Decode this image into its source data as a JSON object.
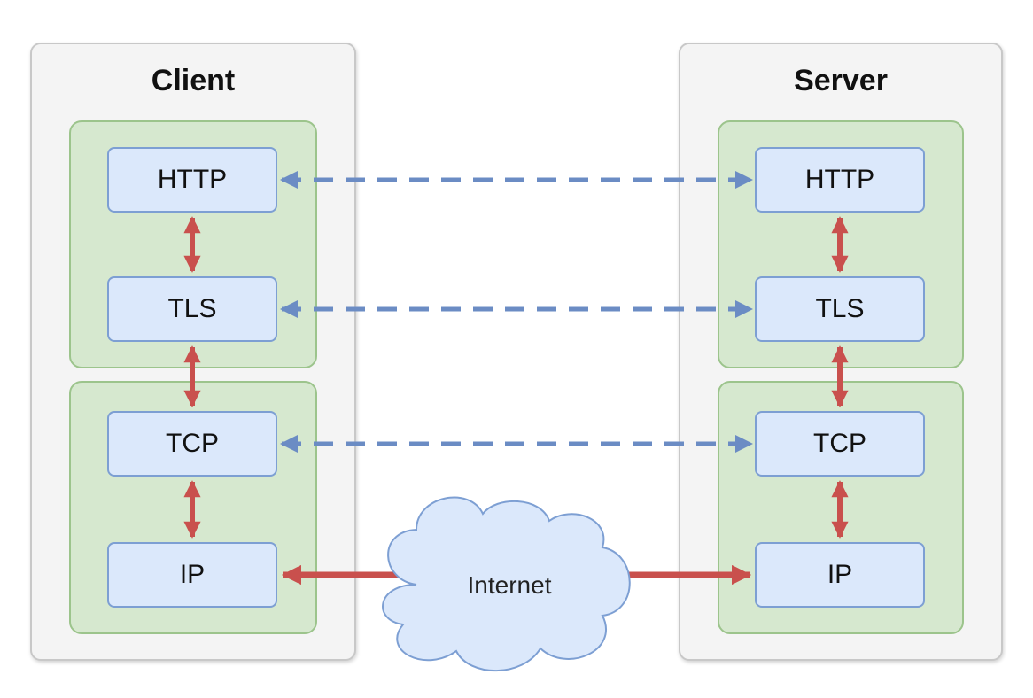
{
  "client": {
    "title": "Client",
    "layers": {
      "http": "HTTP",
      "tls": "TLS",
      "tcp": "TCP",
      "ip": "IP"
    }
  },
  "server": {
    "title": "Server",
    "layers": {
      "http": "HTTP",
      "tls": "TLS",
      "tcp": "TCP",
      "ip": "IP"
    }
  },
  "network": {
    "label": "Internet"
  },
  "colors": {
    "panel_bg": "#f4f4f4",
    "group_fill": "#d6e8cf",
    "layer_fill": "#dbe8fb",
    "logical_link": "#6b8cc4",
    "physical_link": "#c9504d"
  }
}
